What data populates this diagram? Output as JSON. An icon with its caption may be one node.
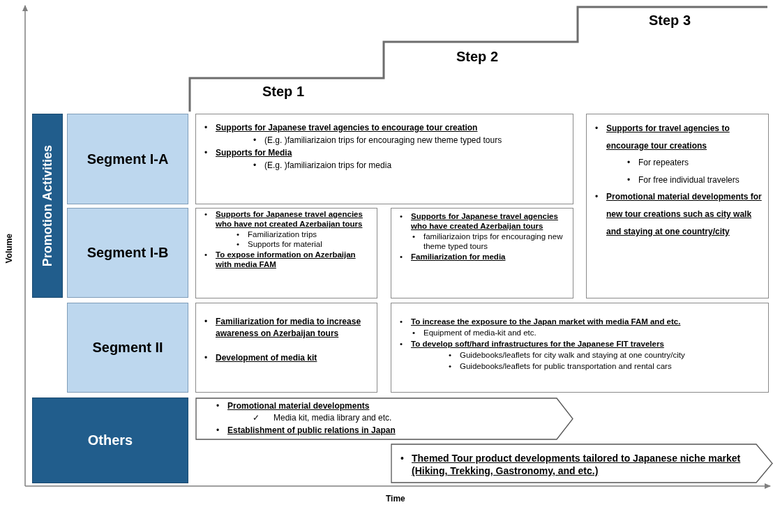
{
  "diagram": {
    "nodes": [
      {
        "text": [
          "Promotion Activities"
        ]
      },
      {
        "text": [
          "Segment I-A"
        ]
      },
      {
        "text": [
          "Segment I-B"
        ]
      },
      {
        "text": [
          "Segment II"
        ]
      },
      {
        "text": [
          "Others"
        ]
      },
      {
        "text": [
          "• Supports for Japanese travel agencies to encourage tour creation",
          "• (E.g. )familiarizaion trips for encouraging new theme typed tours",
          "• Supports for Media",
          "• (E.g. )familiarizaion trips for media"
        ]
      },
      {
        "text": [
          "• Supports for travel agencies to encourage tour creations",
          "• For repeaters",
          "• For free individual travelers",
          "• Promotional material developments for new tour creations such as city walk and staying at one country/city"
        ]
      },
      {
        "text": [
          "• Supports for Japanese travel agencies who have not created Azerbaijan tours",
          "• Familiarization trips",
          "• Supports for material",
          "• To expose information on Azerbaijan with media FAM"
        ]
      },
      {
        "text": [
          "• Supports for Japanese travel agencies who have created Azerbaijan tours",
          "• familiarizaion trips for encouraging new theme typed tours",
          "• Familiarization for media"
        ]
      },
      {
        "text": [
          "• Familiarization for media to increase awareness on Azerbaijan tours",
          "• Development of media kit"
        ]
      },
      {
        "text": [
          "• To increase the exposure to the Japan market with media FAM and etc.",
          "• Equipment of media-kit and etc.",
          "• To develop soft/hard infrastructures for the Japanese FIT travelers",
          "• Guidebooks/leaflets for city walk and staying at one country/city",
          "• Guidebooks/leaflets for public transportation and rental cars"
        ]
      },
      {
        "text": [
          "• Promotional material developments",
          "✓ Media kit, media library and etc.",
          "• Establishment of public relations in Japan"
        ]
      },
      {
        "text": [
          "• Themed Tour product developments tailored to Japanese niche market (Hiking, Trekking, Gastronomy, and etc.)"
        ]
      }
    ],
    "labels": [
      "Step 3",
      "Step 2",
      "Step 1",
      "Volume",
      "Time"
    ]
  }
}
